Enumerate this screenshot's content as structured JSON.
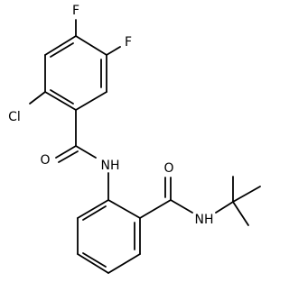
{
  "molecule": {
    "atom_labels": {
      "fluorine_top": "F",
      "fluorine_right": "F",
      "chlorine": "Cl",
      "amide_oxygen_left": "O",
      "amide_nh_left": "NH",
      "amide_oxygen_right": "O",
      "amide_nh_right": "NH"
    },
    "colors": {
      "ink": "#000000",
      "background": "#ffffff"
    }
  }
}
